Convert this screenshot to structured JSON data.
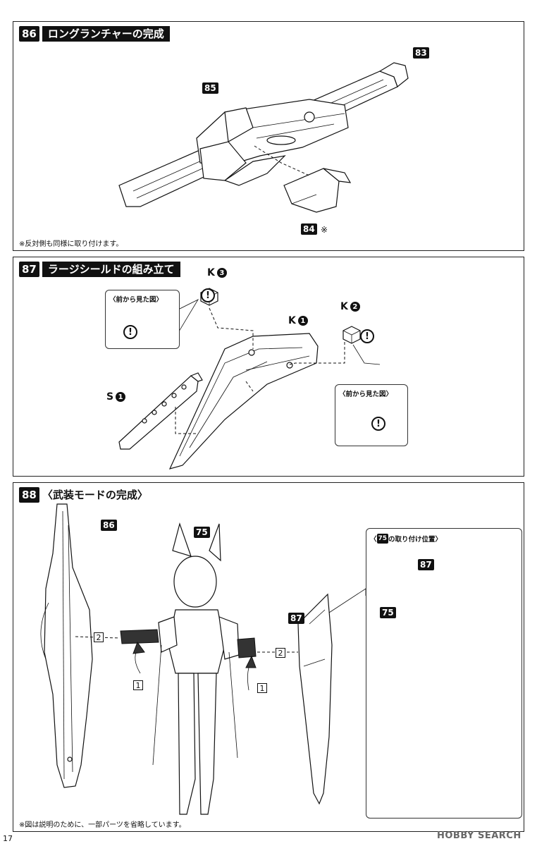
{
  "steps": [
    {
      "number": "86",
      "title": "ロングランチャーの完成",
      "parts": [
        "83",
        "85",
        "84"
      ],
      "note_84": "※",
      "footnote": "※反対側も同様に取り付けます。"
    },
    {
      "number": "87",
      "title": "ラージシールドの組み立て",
      "runners": [
        {
          "letter": "K",
          "num": "3"
        },
        {
          "letter": "K",
          "num": "1"
        },
        {
          "letter": "K",
          "num": "2"
        },
        {
          "letter": "S",
          "num": "1"
        }
      ],
      "callout_title": "〈前から見た図〉",
      "warn_symbol": "!"
    },
    {
      "number": "88",
      "title": "〈武装モードの完成〉",
      "parts": [
        "86",
        "75",
        "87"
      ],
      "order_marks": [
        "1",
        "2"
      ],
      "inset_title_prefix": "〈",
      "inset_part": "75",
      "inset_title_suffix": "の取り付け位置〉",
      "inset_parts": [
        "87",
        "75"
      ],
      "footnote": "※図は説明のために、一部パーツを省略しています。"
    }
  ],
  "page_number": "17",
  "watermark": "HOBBY SEARCH",
  "colors": {
    "ink": "#111111",
    "paper": "#ffffff"
  }
}
